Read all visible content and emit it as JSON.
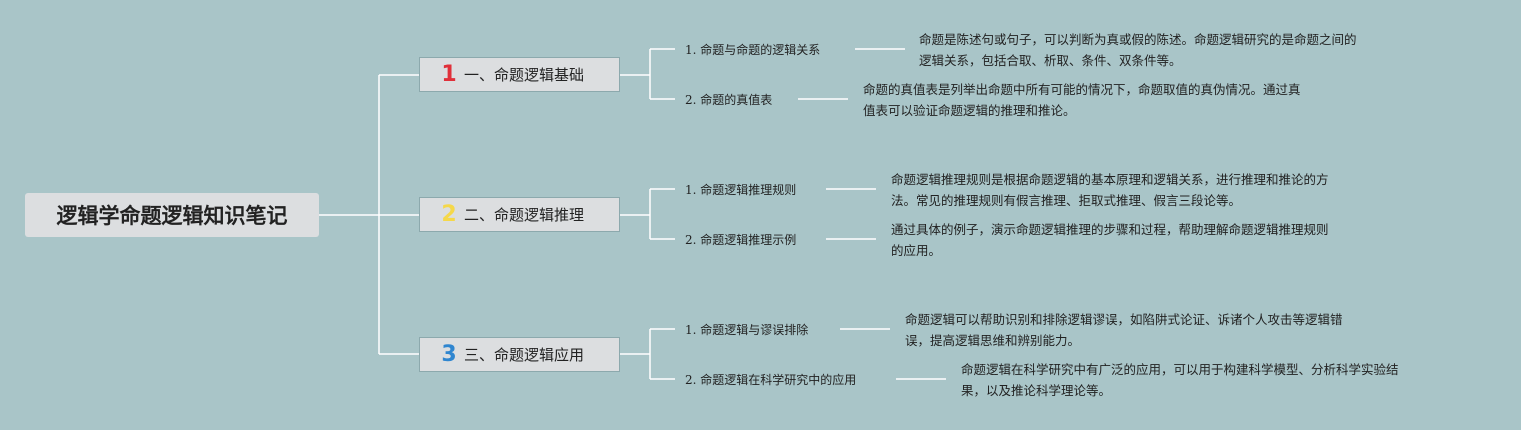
{
  "root": {
    "title": "逻辑学命题逻辑知识笔记"
  },
  "colors": {
    "background": "#a9c5c8",
    "num1": "#e0303a",
    "num2": "#f5d84a",
    "num3": "#2f86d0",
    "lines": "#ffffff"
  },
  "branches": [
    {
      "num": "1",
      "label": "一、命题逻辑基础",
      "items": [
        {
          "label": "1. 命题与命题的逻辑关系",
          "desc": [
            "命题是陈述句或句子，可以判断为真或假的陈述。命题逻辑研究的是命题之间的",
            "逻辑关系，包括合取、析取、条件、双条件等。"
          ]
        },
        {
          "label": "2. 命题的真值表",
          "desc": [
            "命题的真值表是列举出命题中所有可能的情况下，命题取值的真伪情况。通过真",
            "值表可以验证命题逻辑的推理和推论。"
          ]
        }
      ]
    },
    {
      "num": "2",
      "label": "二、命题逻辑推理",
      "items": [
        {
          "label": "1. 命题逻辑推理规则",
          "desc": [
            "命题逻辑推理规则是根据命题逻辑的基本原理和逻辑关系，进行推理和推论的方",
            "法。常见的推理规则有假言推理、拒取式推理、假言三段论等。"
          ]
        },
        {
          "label": "2. 命题逻辑推理示例",
          "desc": [
            "通过具体的例子，演示命题逻辑推理的步骤和过程，帮助理解命题逻辑推理规则",
            "的应用。"
          ]
        }
      ]
    },
    {
      "num": "3",
      "label": "三、命题逻辑应用",
      "items": [
        {
          "label": "1. 命题逻辑与谬误排除",
          "desc": [
            "命题逻辑可以帮助识别和排除逻辑谬误，如陷阱式论证、诉诸个人攻击等逻辑错",
            "误，提高逻辑思维和辨别能力。"
          ]
        },
        {
          "label": "2. 命题逻辑在科学研究中的应用",
          "desc": [
            "命题逻辑在科学研究中有广泛的应用，可以用于构建科学模型、分析科学实验结",
            "果，以及推论科学理论等。"
          ]
        }
      ]
    }
  ]
}
